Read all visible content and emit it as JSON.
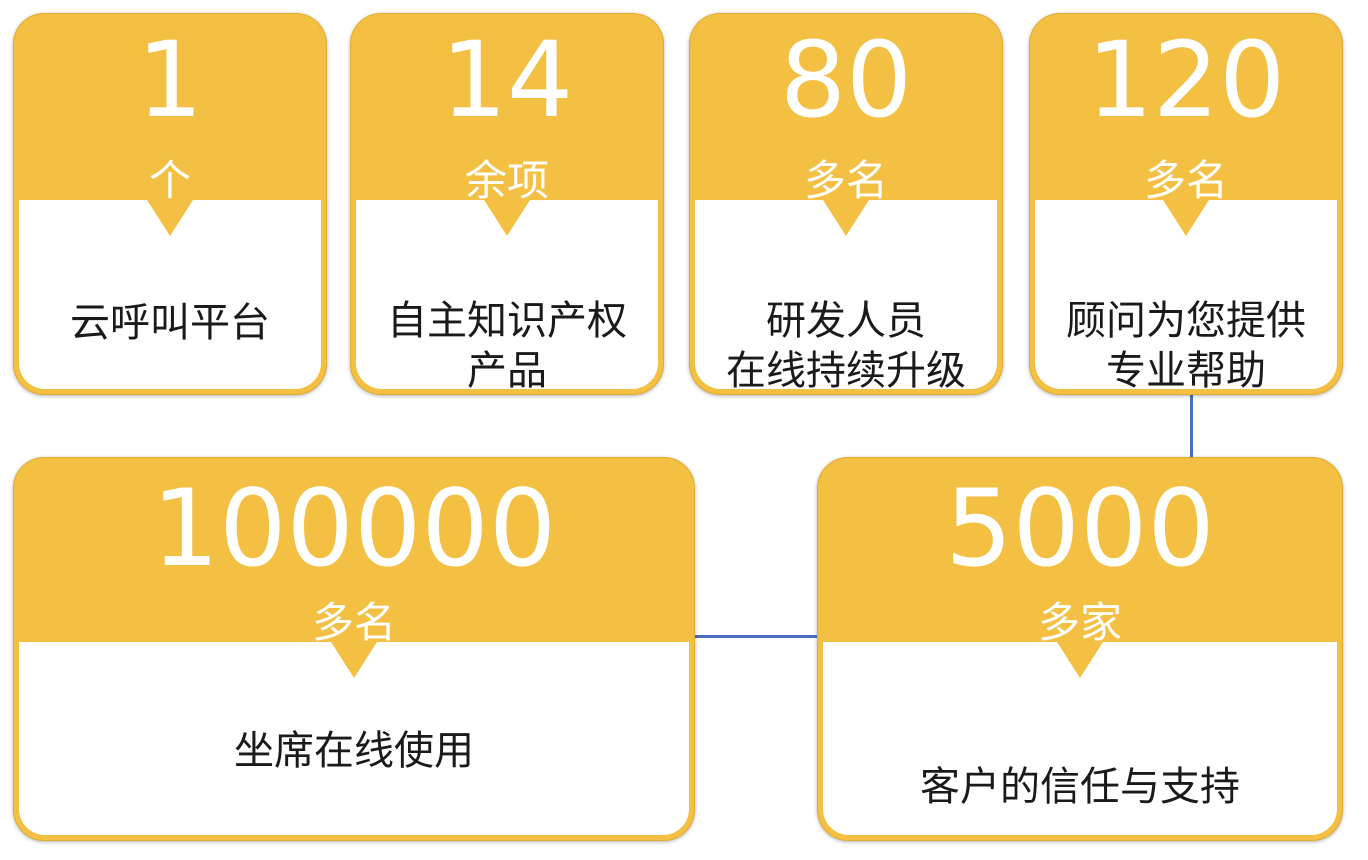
{
  "cards": [
    {
      "number": "1",
      "unit": "个",
      "desc": [
        "云呼叫平台"
      ]
    },
    {
      "number": "14",
      "unit": "余项",
      "desc": [
        "自主知识产权",
        "产品"
      ]
    },
    {
      "number": "80",
      "unit": "多名",
      "desc": [
        "研发人员",
        "在线持续升级"
      ]
    },
    {
      "number": "120",
      "unit": "多名",
      "desc": [
        "顾问为您提供",
        "专业帮助"
      ]
    },
    {
      "number": "100000",
      "unit": "多名",
      "desc": [
        "坐席在线使用"
      ]
    },
    {
      "number": "5000",
      "unit": "多家",
      "desc": [
        "客户的信任与支持"
      ]
    }
  ],
  "colors": {
    "card_header": "#f4c044",
    "card_body": "#ffffff",
    "connector": "#4a6fbf",
    "number_text": "#ffffff",
    "desc_text": "#1a1a1a"
  }
}
